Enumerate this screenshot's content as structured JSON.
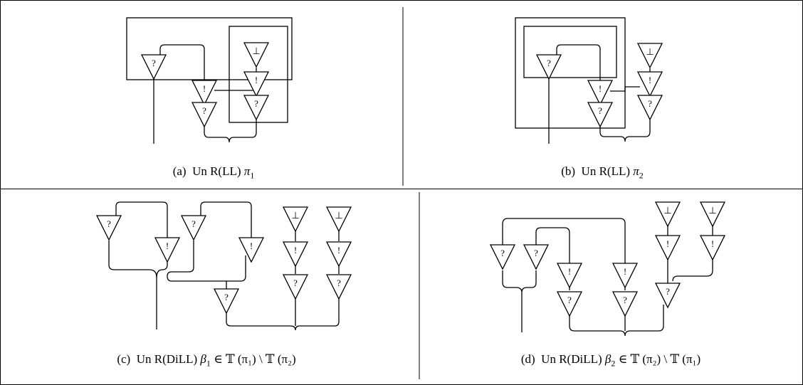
{
  "figure": {
    "panels": [
      {
        "id": "a",
        "tag": "(a)",
        "text": "Un R(LL)",
        "symbol": "π",
        "subscript": "1",
        "extra": ""
      },
      {
        "id": "b",
        "tag": "(b)",
        "text": "Un R(LL)",
        "symbol": "π",
        "subscript": "2",
        "extra": ""
      },
      {
        "id": "c",
        "tag": "(c)",
        "text": "Un R(DiLL)",
        "symbol": "β",
        "subscript": "1",
        "extra": " ∈ 𝕋 (π₁) \\ 𝕋 (π₂)"
      },
      {
        "id": "d",
        "tag": "(d)",
        "text": "Un R(DiLL)",
        "symbol": "β",
        "subscript": "2",
        "extra": " ∈ 𝕋 (π₂) \\ 𝕋 (π₁)"
      }
    ],
    "node_labels": {
      "why_not": "?",
      "of_course": "!",
      "bottom": "⊥"
    }
  }
}
